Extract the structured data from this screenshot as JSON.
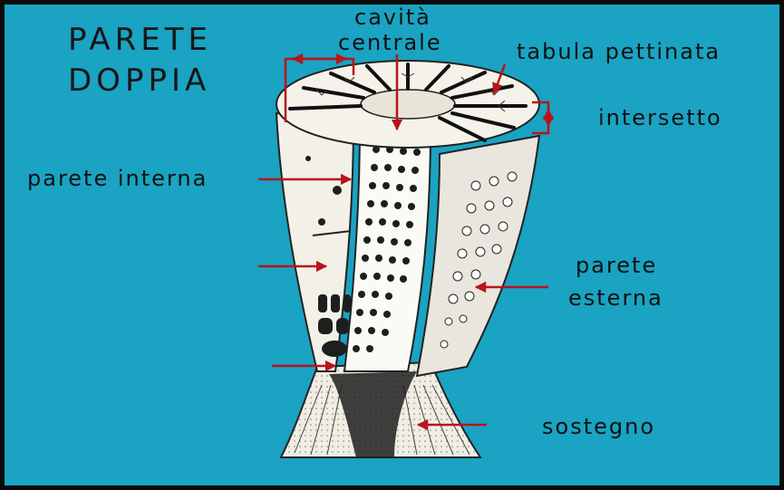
{
  "title": {
    "line1": "PARETE",
    "line2": "DOPPIA"
  },
  "labels": {
    "cavita_line1": "cavità",
    "cavita_line2": "centrale",
    "tabula": "tabula pettinata",
    "intersetto": "intersetto",
    "parete_interna": "parete interna",
    "parete_esterna_line1": "parete",
    "parete_esterna_line2": "esterna",
    "sostegno": "sostegno"
  },
  "colors": {
    "background": "#1aa3c2",
    "arrow": "#b8141c",
    "drawing_fill": "#f4f1ea",
    "ink": "#111111"
  }
}
